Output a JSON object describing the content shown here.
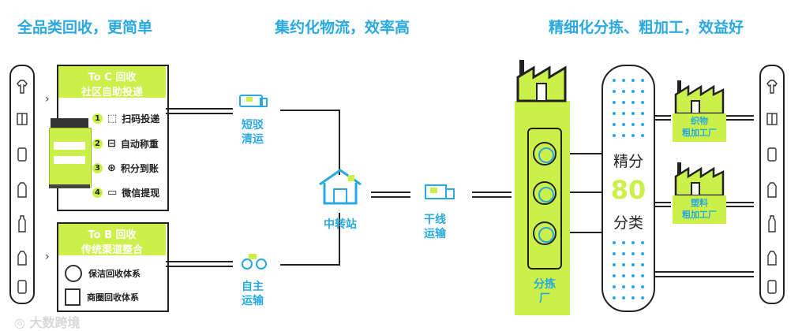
{
  "headings": {
    "left": "全品类回收，更简单",
    "middle": "集约化物流，效率高",
    "right": "精细化分拣、粗加工，效益好"
  },
  "to_c": {
    "title_line1": "To C 回收",
    "title_line2": "社区自助投递",
    "steps": [
      {
        "num": "1",
        "label": "扫码投递",
        "icon": "scan-icon"
      },
      {
        "num": "2",
        "label": "自动称重",
        "icon": "scale-icon"
      },
      {
        "num": "3",
        "label": "积分到账",
        "icon": "yen-icon"
      },
      {
        "num": "4",
        "label": "微信提现",
        "icon": "wallet-icon"
      }
    ]
  },
  "to_b": {
    "title_line1": "To B 回收",
    "title_line2": "传统渠道整合",
    "items": [
      {
        "label": "保洁回收体系",
        "icon": "cleaner-icon"
      },
      {
        "label": "商圈回收体系",
        "icon": "building-icon"
      }
    ]
  },
  "logistics": {
    "short_line1": "短驳",
    "short_line2": "清运",
    "self_line1": "自主",
    "self_line2": "运输",
    "hub": "中转站",
    "trunk_line1": "干线",
    "trunk_line2": "运输"
  },
  "sorting": {
    "factory_line1": "分拣",
    "factory_line2": "厂",
    "fine_label": "精分",
    "number": "80",
    "category": "分类"
  },
  "processing": [
    {
      "line1": "织物",
      "line2": "粗加工厂"
    },
    {
      "line1": "塑料",
      "line2": "粗加工厂"
    }
  ],
  "watermark": "大数跨境",
  "colors": {
    "accent": "#2aa9e0",
    "green": "#cbf04a",
    "dark": "#222222"
  }
}
